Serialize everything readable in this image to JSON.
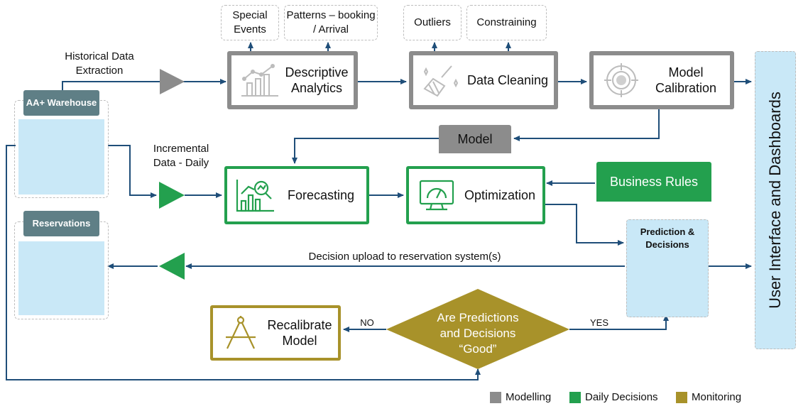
{
  "callouts": {
    "special_events": "Special Events",
    "patterns": "Patterns – booking / Arrival",
    "outliers": "Outliers",
    "constraining": "Constraining"
  },
  "flow_labels": {
    "historical": "Historical Data Extraction",
    "incremental": "Incremental Data - Daily",
    "decision_upload": "Decision upload to reservation system(s)",
    "no": "NO",
    "yes": "YES"
  },
  "stores": {
    "warehouse": "AA+ Warehouse",
    "reservations": "Reservations",
    "prediction": "Prediction & Decisions"
  },
  "processes": {
    "descriptive": "Descriptive Analytics",
    "cleaning": "Data Cleaning",
    "calibration": "Model Calibration",
    "forecasting": "Forecasting",
    "optimization": "Optimization",
    "recalibrate": "Recalibrate Model"
  },
  "banners": {
    "model": "Model",
    "business_rules": "Business Rules"
  },
  "decision": {
    "line1": "Are Predictions",
    "line2": "and Decisions",
    "line3": "“Good”"
  },
  "ui_panel": "User Interface and Dashboards",
  "legend": [
    {
      "label": "Modelling",
      "color": "#8c8c8c"
    },
    {
      "label": "Daily Decisions",
      "color": "#23a04e"
    },
    {
      "label": "Monitoring",
      "color": "#a8922a"
    }
  ],
  "colors": {
    "arrow": "#1f4e79",
    "modelling": "#8c8c8c",
    "daily": "#23a04e",
    "monitoring": "#a8922a",
    "store_bg": "#c9e8f7",
    "cylinder": "#23a04e"
  }
}
